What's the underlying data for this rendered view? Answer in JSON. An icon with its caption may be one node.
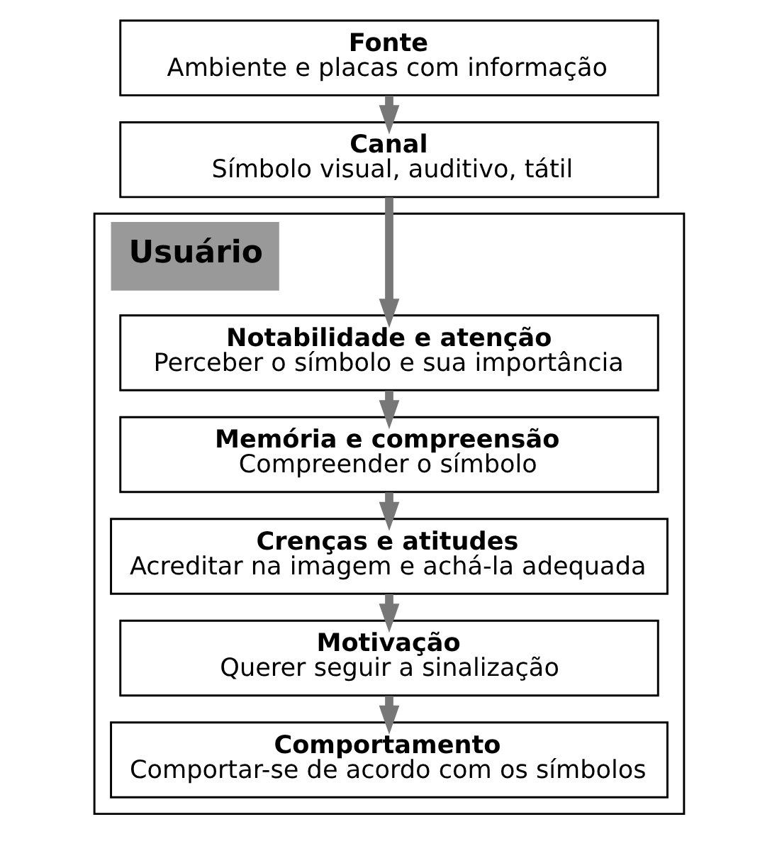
{
  "diagram": {
    "nodes": [
      {
        "text": [
          "Fonte",
          "Ambiente e placas com informação"
        ]
      },
      {
        "text": [
          "Canal",
          "Símbolo visual, auditivo, tátil"
        ]
      },
      {
        "text": [
          "Usuário"
        ]
      },
      {
        "text": [
          "Notabilidade e atenção",
          "Perceber o símbolo e sua importância"
        ],
        "in": 2
      },
      {
        "text": [
          "Memória e compreensão",
          "Compreender o símbolo"
        ],
        "in": 2
      },
      {
        "text": [
          "Crenças e atitudes",
          "Acreditar na imagem e achá-la adequada"
        ],
        "in": 2
      },
      {
        "text": [
          "Motivação",
          "Querer seguir a sinalização"
        ],
        "in": 2
      },
      {
        "text": [
          "Comportamento",
          "Comportar-se de acordo com os símbolos"
        ],
        "in": 2
      }
    ],
    "edges": [
      {
        "from": 0,
        "to": 1,
        "arrow": "to"
      },
      {
        "from": 1,
        "to": 3,
        "arrow": "to"
      },
      {
        "from": 3,
        "to": 4,
        "arrow": "to"
      },
      {
        "from": 4,
        "to": 5,
        "arrow": "to"
      },
      {
        "from": 5,
        "to": 6,
        "arrow": "to"
      },
      {
        "from": 6,
        "to": 7,
        "arrow": "to"
      }
    ]
  }
}
